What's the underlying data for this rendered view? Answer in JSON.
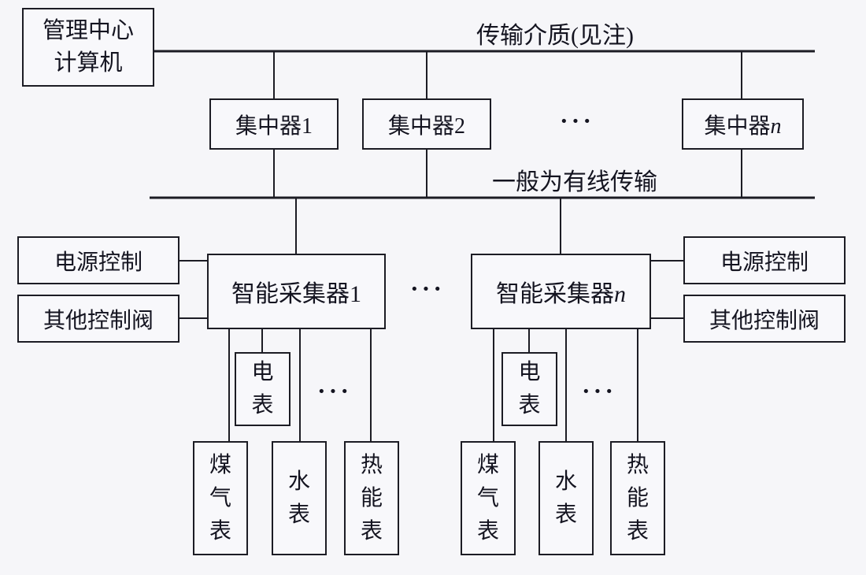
{
  "colors": {
    "background": "#f6f6f9",
    "line": "#1c1c24",
    "text": "#141420",
    "box_fill": "#f8f8fb"
  },
  "diagram": {
    "management_center": "管理中心\n计算机",
    "bus1_label": "传输介质(见注)",
    "bus2_label": "一般为有线传输",
    "concentrator_1": "集中器1",
    "concentrator_2": "集中器2",
    "concentrator_n": {
      "prefix": "集中器",
      "suffix": "n"
    },
    "collector_1": "智能采集器1",
    "collector_n": {
      "prefix": "智能采集器",
      "suffix": "n"
    },
    "power_control": "电源控制",
    "other_control_valve": "其他控制阀",
    "electric_meter": "电表",
    "gas_meter": "煤气表",
    "water_meter": "水表",
    "heat_meter": "热能表",
    "ellipsis": "···"
  }
}
